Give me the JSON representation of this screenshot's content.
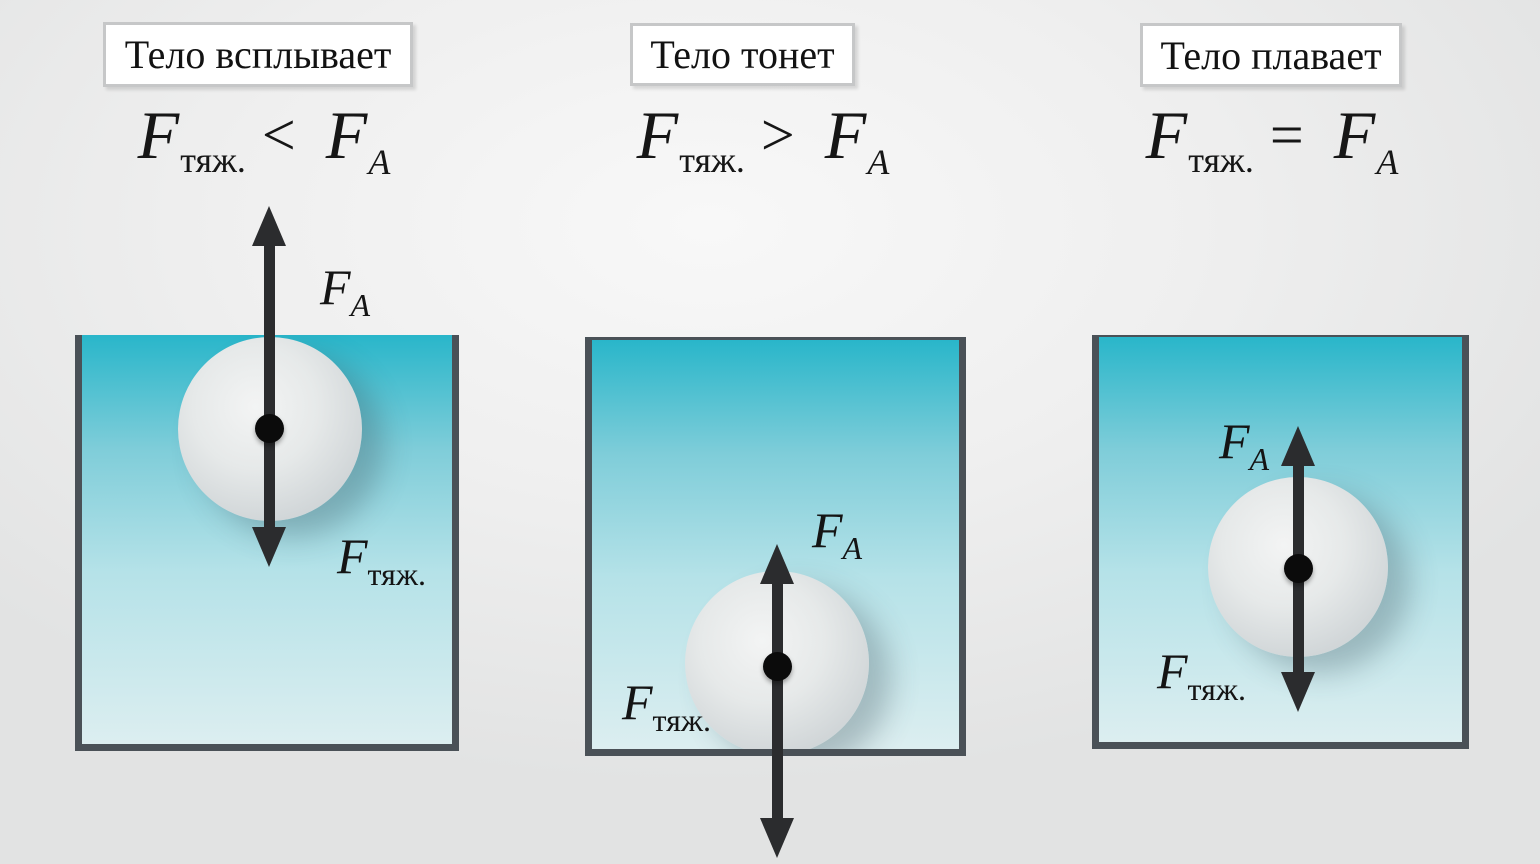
{
  "colors": {
    "water-top": "#29b6ca",
    "water-bottom": "#dceef0",
    "tank-border": "#4a5157",
    "arrow": "#2b2c2e",
    "dot": "#0b0b0b",
    "sphere-light": "#f3f4f4",
    "sphere-dark": "#c3c9cc",
    "title-box-bg": "#ffffff",
    "title-box-border": "#c6c7c8"
  },
  "panels": [
    {
      "title": "Тело всплывает",
      "formula": {
        "lhs": "F",
        "lhs_sub": "тяж.",
        "relation": "<",
        "rhs": "F",
        "rhs_sub": "A"
      },
      "buoyant_label": {
        "main": "F",
        "sub": "A"
      },
      "gravity_label": {
        "main": "F",
        "sub": "тяж."
      }
    },
    {
      "title": "Тело тонет",
      "formula": {
        "lhs": "F",
        "lhs_sub": "тяж.",
        "relation": ">",
        "rhs": "F",
        "rhs_sub": "A"
      },
      "buoyant_label": {
        "main": "F",
        "sub": "A"
      },
      "gravity_label": {
        "main": "F",
        "sub": "тяж."
      }
    },
    {
      "title": "Тело плавает",
      "formula": {
        "lhs": "F",
        "lhs_sub": "тяж.",
        "relation": "=",
        "rhs": "F",
        "rhs_sub": "A"
      },
      "buoyant_label": {
        "main": "F",
        "sub": "A"
      },
      "gravity_label": {
        "main": "F",
        "sub": "тяж."
      }
    }
  ]
}
